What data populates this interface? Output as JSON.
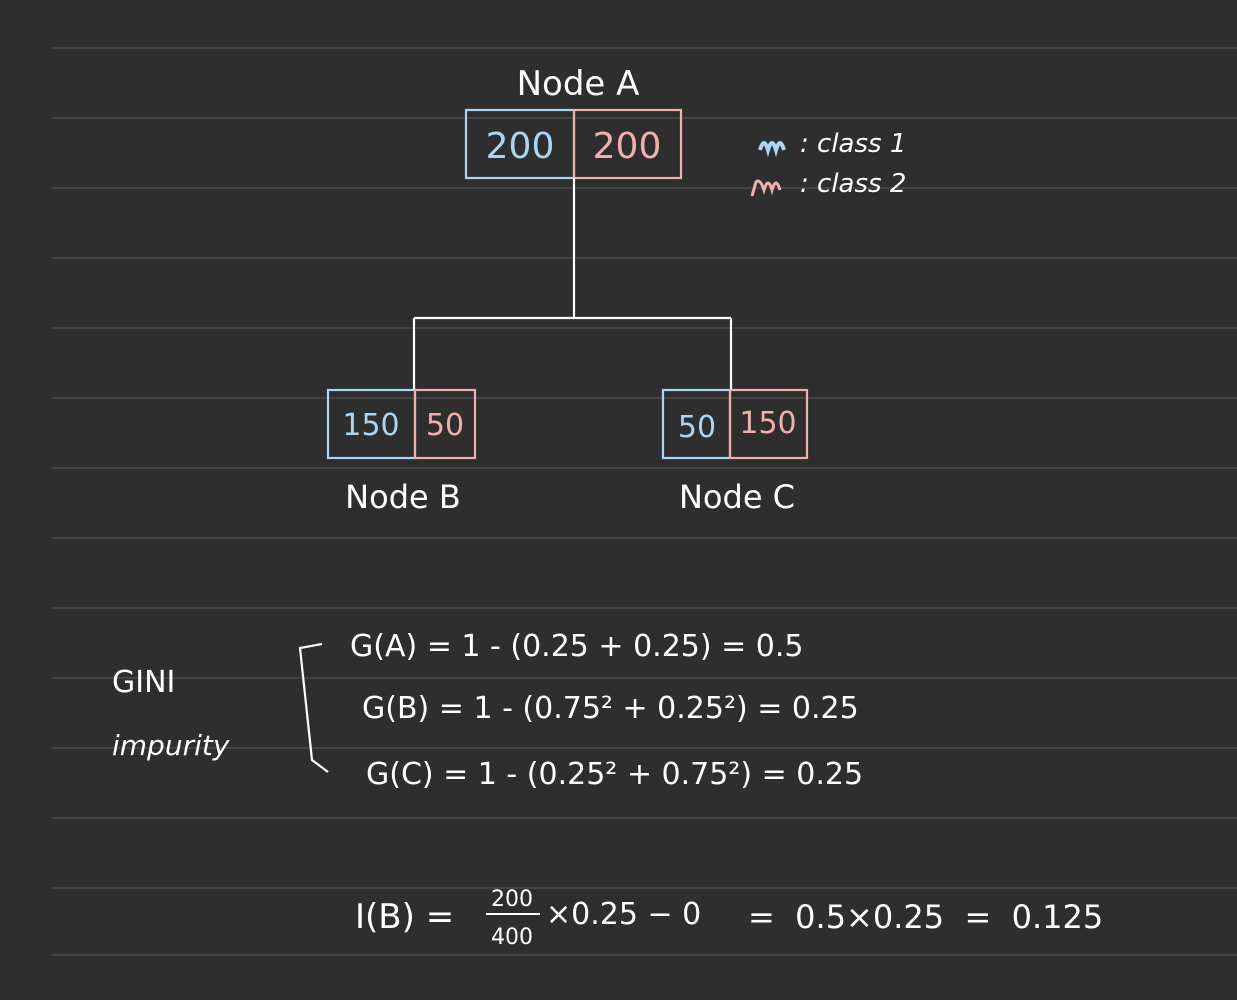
{
  "colors": {
    "background": "#2e2e2e",
    "rule": "#4a4a4a",
    "ink": "#ffffff",
    "class1": "#a9d6f2",
    "class2": "#f0b1ad"
  },
  "tree": {
    "root": {
      "label": "Node A",
      "class1": "200",
      "class2": "200"
    },
    "left": {
      "label": "Node B",
      "class1": "150",
      "class2": "50"
    },
    "right": {
      "label": "Node C",
      "class1": "50",
      "class2": "150"
    }
  },
  "legend": {
    "class1": ": class 1",
    "class2": ": class 2"
  },
  "gini": {
    "title_line1": "GINI",
    "title_line2": "impurity",
    "eq_a": "G(A) = 1 - (0.25 + 0.25) = 0.5",
    "eq_b": "G(B) = 1 - (0.75² + 0.25²) = 0.25",
    "eq_c": "G(C) = 1 - (0.25² + 0.75²) = 0.25"
  },
  "impurity": {
    "lhs": "I(B) =",
    "numerator": "200",
    "denominator": "400",
    "rest": "×0.25 − 0",
    "result": "=  0.5×0.25  =  0.125"
  }
}
